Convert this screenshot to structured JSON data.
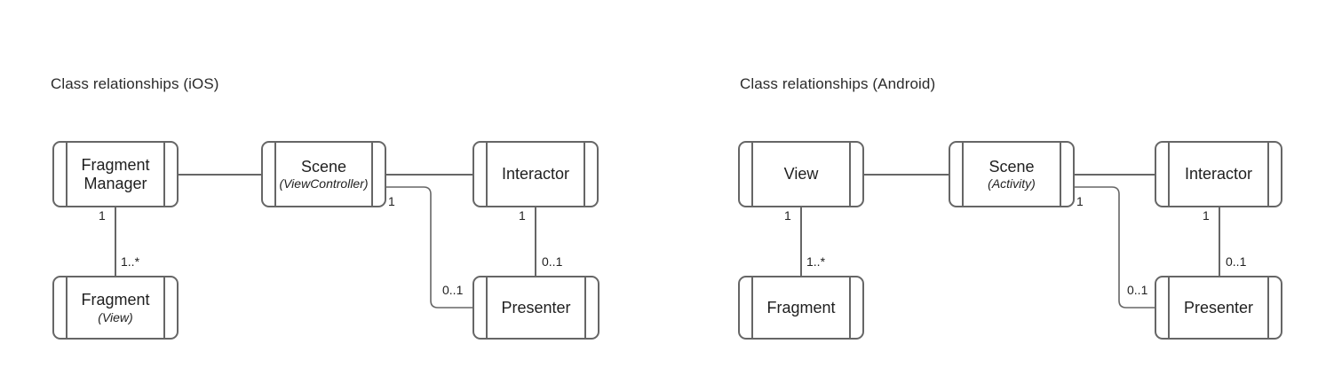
{
  "diagram": {
    "type": "uml-class-relationship",
    "background": "#ffffff",
    "border_color": "#666666",
    "text_color": "#1f1f1f",
    "panels": [
      {
        "id": "ios",
        "title": "Class relationships (iOS)",
        "nodes": [
          {
            "id": "fragment-manager",
            "label": "Fragment\nManager",
            "line1": "Fragment",
            "line2": "Manager",
            "sublabel": ""
          },
          {
            "id": "scene",
            "label": "Scene",
            "line1": "Scene",
            "line2": "",
            "sublabel": "(ViewController)"
          },
          {
            "id": "interactor",
            "label": "Interactor",
            "line1": "Interactor",
            "line2": "",
            "sublabel": ""
          },
          {
            "id": "fragment",
            "label": "Fragment",
            "line1": "Fragment",
            "line2": "",
            "sublabel": "(View)"
          },
          {
            "id": "presenter",
            "label": "Presenter",
            "line1": "Presenter",
            "line2": "",
            "sublabel": ""
          }
        ],
        "relationships": [
          {
            "from": "fragment-manager",
            "to": "scene",
            "from_mult": "",
            "to_mult": ""
          },
          {
            "from": "scene",
            "to": "interactor",
            "from_mult": "",
            "to_mult": ""
          },
          {
            "from": "fragment-manager",
            "to": "fragment",
            "from_mult": "1",
            "to_mult": "1..*"
          },
          {
            "from": "interactor",
            "to": "presenter",
            "from_mult": "1",
            "to_mult": "0..1"
          },
          {
            "from": "scene",
            "to": "presenter",
            "from_mult": "1",
            "to_mult": "0..1"
          }
        ]
      },
      {
        "id": "android",
        "title": "Class relationships (Android)",
        "nodes": [
          {
            "id": "view",
            "label": "View",
            "line1": "View",
            "line2": "",
            "sublabel": ""
          },
          {
            "id": "scene",
            "label": "Scene",
            "line1": "Scene",
            "line2": "",
            "sublabel": "(Activity)"
          },
          {
            "id": "interactor",
            "label": "Interactor",
            "line1": "Interactor",
            "line2": "",
            "sublabel": ""
          },
          {
            "id": "fragment",
            "label": "Fragment",
            "line1": "Fragment",
            "line2": "",
            "sublabel": ""
          },
          {
            "id": "presenter",
            "label": "Presenter",
            "line1": "Presenter",
            "line2": "",
            "sublabel": ""
          }
        ],
        "relationships": [
          {
            "from": "view",
            "to": "scene",
            "from_mult": "",
            "to_mult": ""
          },
          {
            "from": "scene",
            "to": "interactor",
            "from_mult": "",
            "to_mult": ""
          },
          {
            "from": "view",
            "to": "fragment",
            "from_mult": "1",
            "to_mult": "1..*"
          },
          {
            "from": "interactor",
            "to": "presenter",
            "from_mult": "1",
            "to_mult": "0..1"
          },
          {
            "from": "scene",
            "to": "presenter",
            "from_mult": "1",
            "to_mult": "0..1"
          }
        ]
      }
    ]
  }
}
